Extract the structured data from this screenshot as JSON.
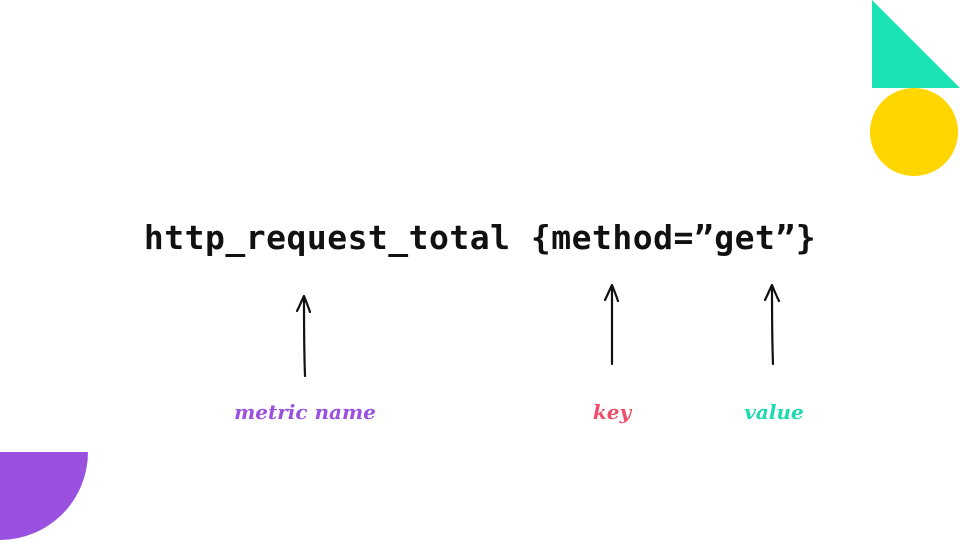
{
  "expression": {
    "metric": "http_request_total",
    "space": " ",
    "open_brace": "{",
    "label_key": "method",
    "equals": "=",
    "open_quote": "”",
    "label_value": "get",
    "close_quote": "”",
    "close_brace": "}"
  },
  "annotations": {
    "metric_name": "metric name",
    "key": "key",
    "value": "value"
  },
  "colors": {
    "teal": "#1BE3B4",
    "yellow": "#FFD600",
    "purple": "#9B51E0",
    "key_pink": "#EF4C6A",
    "value_teal": "#1FD9B1",
    "text": "#111111"
  }
}
